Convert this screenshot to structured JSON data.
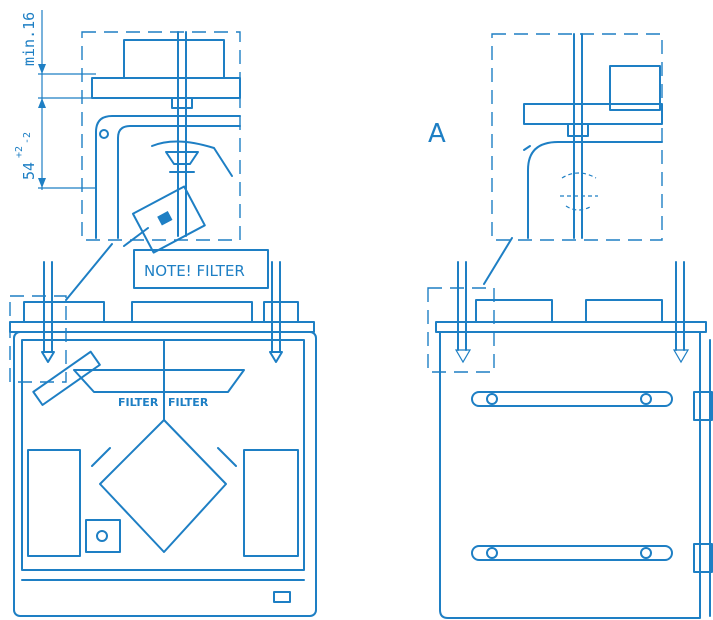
{
  "labels": {
    "detail_letter": "A",
    "note": "NOTE! FILTER",
    "filter_left": "FILTER",
    "filter_right": "FILTER"
  },
  "dimensions": {
    "min_clearance": "min.16",
    "height": "54",
    "tolerance_plus": "+2",
    "tolerance_minus": "-2"
  },
  "colors": {
    "line": "#1e7fc4",
    "background": "#ffffff"
  }
}
